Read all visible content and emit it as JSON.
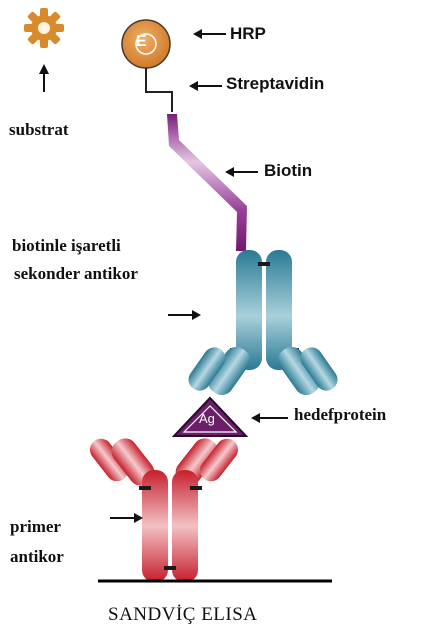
{
  "labels": {
    "substrate": "substrat",
    "hrp": "HRP",
    "enzyme_letter": "E",
    "streptavidin": "Streptavidin",
    "biotin": "Biotin",
    "secondary_line1": "biotinle işaretli",
    "secondary_line2": "sekonder antikor",
    "antigen": "Ag",
    "target_protein": "hedefprotein",
    "primary_line1": "primer",
    "primary_line2": "antikor",
    "caption": "SANDVİÇ ELISA"
  },
  "colors": {
    "substrate_sun": "#d98a2b",
    "hrp_circle": "#d98a3a",
    "biotin_linker": "#7a1f7a",
    "secondary_antibody": "#2f7d96",
    "antigen_fill": "#6b1f6b",
    "primary_antibody": "#c8202e",
    "surface_line": "#000000"
  },
  "icons": [
    "sun-substrate-icon",
    "arrow-icon"
  ]
}
